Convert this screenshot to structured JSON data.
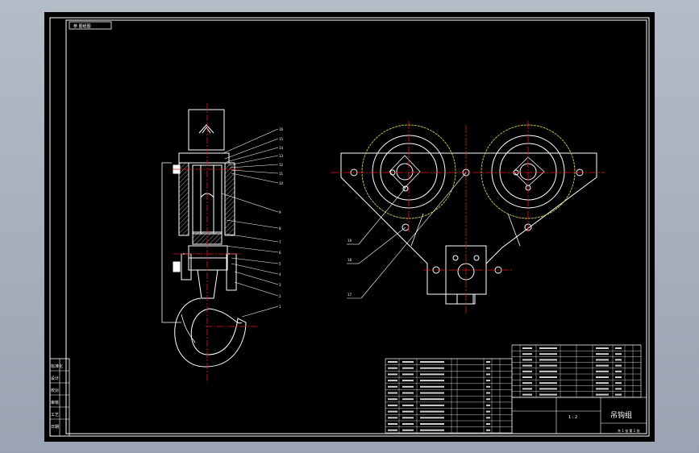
{
  "drawing": {
    "corner_tag": "参 图纸图",
    "sheet_title": "吊钩组",
    "sheet_scale": "1 : 2",
    "footer_note": "共 1 张 第 1 张",
    "side_labels": [
      "标准化",
      "设计",
      "校对",
      "审核",
      "工艺",
      "日期"
    ],
    "callout_numbers": [
      "16",
      "15",
      "14",
      "13",
      "12",
      "11",
      "10",
      "9",
      "8",
      "7",
      "6",
      "5",
      "4",
      "3",
      "2",
      "1"
    ],
    "left_leaders": [
      "19",
      "18",
      "17"
    ]
  },
  "colors": {
    "background": "#000000",
    "frame": "#ffffff",
    "centerline": "#e8141a",
    "pulley_circle": "#d8cf3a",
    "window": "#a7b0bd"
  }
}
